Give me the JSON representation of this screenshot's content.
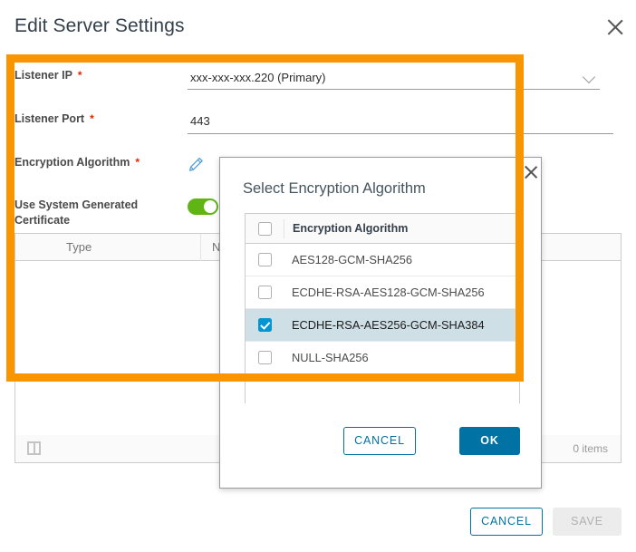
{
  "page": {
    "title": "Edit Server Settings",
    "close_icon": "close-icon",
    "fields": [
      {
        "label": "Listener IP",
        "required_marker": "*",
        "value": "xxx-xxx-xxx.220 (Primary)",
        "control": "select",
        "icon": "chevron-down-icon"
      },
      {
        "label": "Listener Port",
        "required_marker": "*",
        "value": "443",
        "control": "text"
      },
      {
        "label": "Encryption Algorithm",
        "required_marker": "*",
        "value": "",
        "control": "edit-button",
        "icon": "pencil-icon"
      },
      {
        "label": "Use System Generated Certificate",
        "required_marker": "",
        "value": "on",
        "control": "toggle"
      }
    ],
    "datagrid": {
      "columns": [
        "Type",
        "Name"
      ],
      "rows": [],
      "items_count_label": "0 items",
      "column_picker_icon": "column-picker-icon"
    },
    "footer": {
      "cancel_label": "CANCEL",
      "save_label": "SAVE"
    }
  },
  "modal": {
    "title": "Select Encryption Algorithm",
    "close_icon": "close-icon",
    "grid": {
      "select_all_checked": false,
      "header": "Encryption Algorithm",
      "rows": [
        {
          "label": "AES128-GCM-SHA256",
          "checked": false
        },
        {
          "label": "ECDHE-RSA-AES128-GCM-SHA256",
          "checked": false
        },
        {
          "label": "ECDHE-RSA-AES256-GCM-SHA384",
          "checked": true
        },
        {
          "label": "NULL-SHA256",
          "checked": false
        }
      ]
    },
    "footer": {
      "cancel_label": "CANCEL",
      "ok_label": "OK"
    }
  },
  "annotation": {
    "highlight_color": "#f99500",
    "shape": "rectangle-outline"
  },
  "colors": {
    "accent_blue": "#0072a3",
    "checkbox_blue": "#0095d3",
    "toggle_green": "#60b515",
    "required_red": "#e62700",
    "selected_row": "#cfdfe6"
  }
}
